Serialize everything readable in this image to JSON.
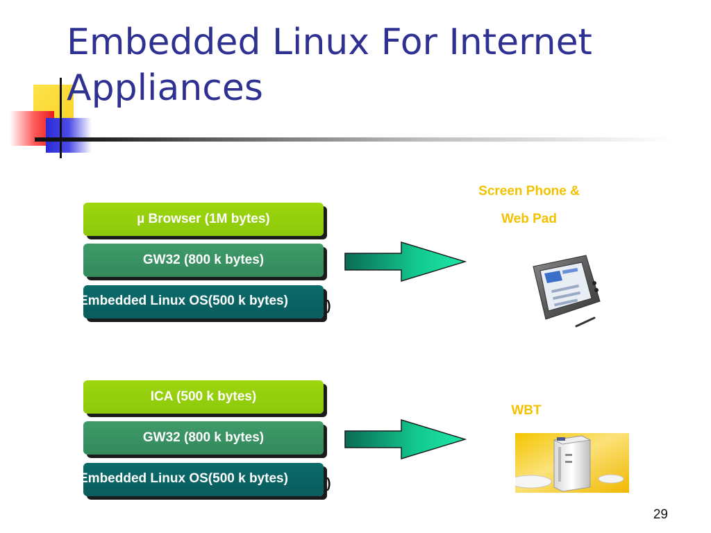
{
  "title": {
    "line1": "Embedded Linux For Internet",
    "line2": "Appliances"
  },
  "stack1": {
    "top_label": "µ Browser (1M bytes)",
    "middle_label": "GW32 (800 k bytes)",
    "bottom_label": "Embedded Linux OS(500 k bytes)",
    "overflow_paren": ")"
  },
  "stack2": {
    "top_label": "ICA (500 k bytes)",
    "middle_label": "GW32 (800 k bytes)",
    "bottom_label": "Embedded Linux OS(500 k bytes)",
    "overflow_paren": ")"
  },
  "device1": {
    "label_line1": "Screen Phone &",
    "label_line2": "Web Pad",
    "image": "web-pad-tablet-photo"
  },
  "device2": {
    "label": "WBT",
    "image": "thin-client-terminal-photo"
  },
  "page_number": "29",
  "colors": {
    "title": "#2e3192",
    "label": "#f2c200",
    "box_green": "#9ed60f",
    "box_mid": "#3f9a68",
    "box_dark": "#0b6b6b",
    "arrow": "#12d89a"
  }
}
